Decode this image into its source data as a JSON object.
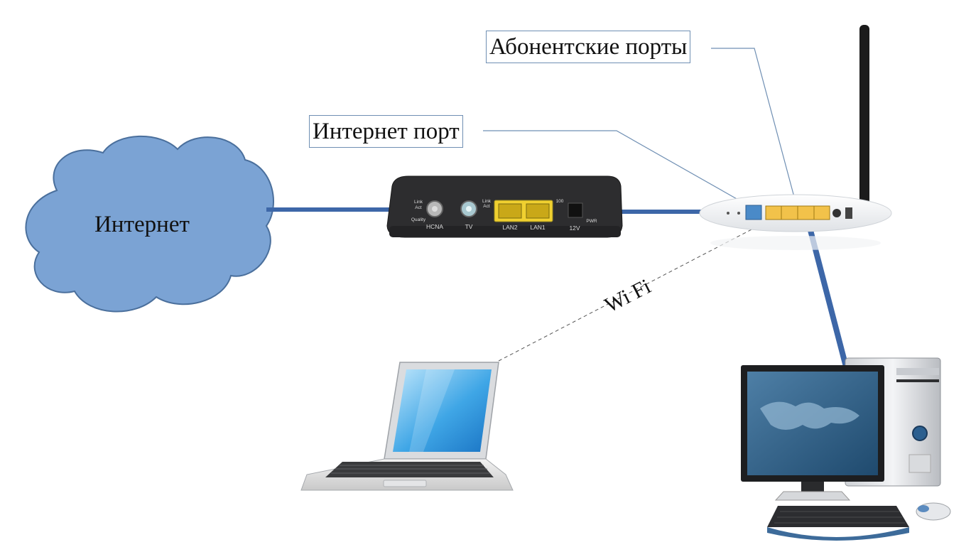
{
  "labels": {
    "internet_cloud": "Интернет",
    "internet_port": "Интернет порт",
    "subscriber_ports": "Абонентские порты",
    "wifi": "Wi Fi"
  },
  "modem": {
    "port_link_act": [
      "Link",
      "Act"
    ],
    "port_quality": "Quality",
    "port_hcna": "HCNA",
    "port_tv": "TV",
    "lan_link_act": [
      "Link",
      "Act"
    ],
    "lan_speed": "100",
    "lan2": "LAN2",
    "lan1": "LAN1",
    "power_12v": "12V",
    "power_pwr": "PWR"
  },
  "colors": {
    "cloud_fill": "#7ba3d4",
    "cloud_stroke": "#4a6f9c",
    "cable": "#3d67a8",
    "callout_line": "#6f8fb3",
    "modem_body": "#2d2d2f",
    "lan_port": "#f0d030",
    "router_body": "#f2f3f5",
    "router_wan": "#4a8ac8",
    "router_lan": "#f2c24a",
    "antenna": "#1b1b1b"
  }
}
